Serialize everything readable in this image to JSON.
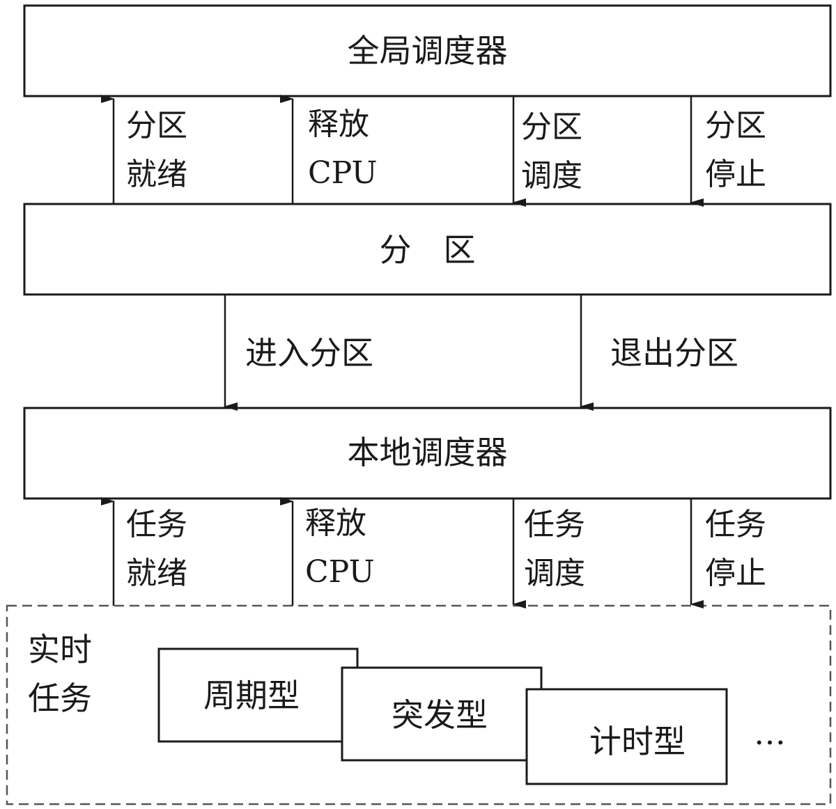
{
  "global_scheduler": {
    "label": "全局调度器"
  },
  "upper_arrows": [
    {
      "label": "分区\n就绪"
    },
    {
      "label": "释放\nCPU"
    },
    {
      "label": "分区\n调度"
    },
    {
      "label": "分区\n停止"
    }
  ],
  "partition": {
    "label": "分　区"
  },
  "middle_arrows": [
    {
      "label": "进入分区"
    },
    {
      "label": "退出分区"
    }
  ],
  "local_scheduler": {
    "label": "本地调度器"
  },
  "lower_arrows": [
    {
      "label": "任务\n就绪"
    },
    {
      "label": "释放\nCPU"
    },
    {
      "label": "任务\n调度"
    },
    {
      "label": "任务\n停止"
    }
  ],
  "realtime_tasks": {
    "label": "实时\n任务",
    "types": [
      "周期型",
      "突发型",
      "计时型"
    ],
    "ellipsis": "…"
  }
}
